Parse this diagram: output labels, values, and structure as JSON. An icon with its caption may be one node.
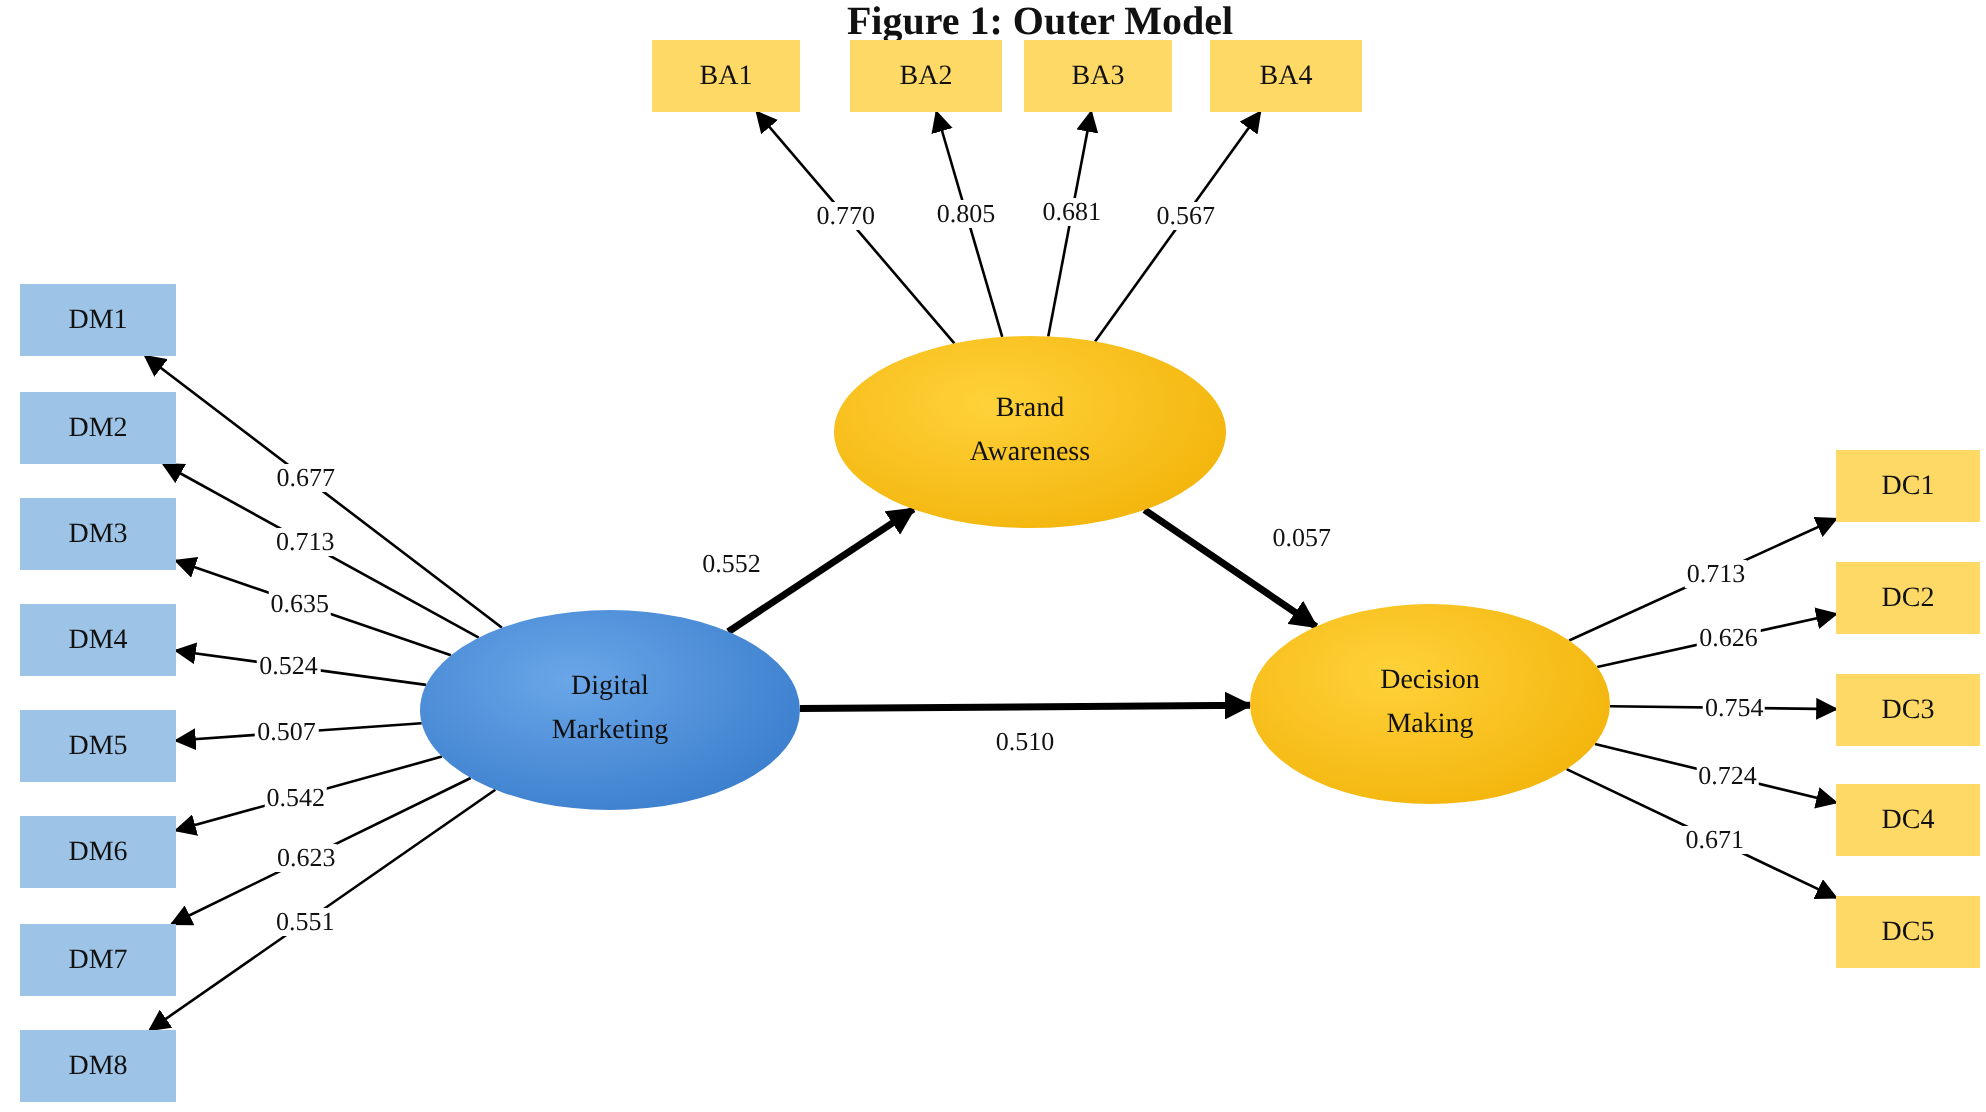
{
  "diagram": {
    "title": "Figure 1: Outer Model",
    "nodes": [
      {
        "text": [
          "BA1"
        ]
      },
      {
        "text": [
          "BA2"
        ]
      },
      {
        "text": [
          "BA3"
        ]
      },
      {
        "text": [
          "BA4"
        ]
      },
      {
        "text": [
          "DM1"
        ]
      },
      {
        "text": [
          "DM2"
        ]
      },
      {
        "text": [
          "DM3"
        ]
      },
      {
        "text": [
          "DM4"
        ]
      },
      {
        "text": [
          "DM5"
        ]
      },
      {
        "text": [
          "DM6"
        ]
      },
      {
        "text": [
          "DM7"
        ]
      },
      {
        "text": [
          "DM8"
        ]
      },
      {
        "text": [
          "Brand Awareness"
        ]
      },
      {
        "text": [
          "Digital Marketing"
        ]
      },
      {
        "text": [
          "Decision Making"
        ]
      },
      {
        "text": [
          "DC1"
        ]
      },
      {
        "text": [
          "DC2"
        ]
      },
      {
        "text": [
          "DC3"
        ]
      },
      {
        "text": [
          "DC4"
        ]
      },
      {
        "text": [
          "DC5"
        ]
      }
    ],
    "edges": [
      {
        "from": 12,
        "to": 0,
        "arrow": "to",
        "label": "0.770"
      },
      {
        "from": 12,
        "to": 1,
        "arrow": "to",
        "label": "0.805"
      },
      {
        "from": 12,
        "to": 2,
        "arrow": "to",
        "label": "0.681"
      },
      {
        "from": 12,
        "to": 3,
        "arrow": "to",
        "label": "0.567"
      },
      {
        "from": 13,
        "to": 4,
        "arrow": "to",
        "label": "0.677"
      },
      {
        "from": 13,
        "to": 5,
        "arrow": "to",
        "label": "0.713"
      },
      {
        "from": 13,
        "to": 6,
        "arrow": "to",
        "label": "0.635"
      },
      {
        "from": 13,
        "to": 7,
        "arrow": "to",
        "label": "0.524"
      },
      {
        "from": 13,
        "to": 8,
        "arrow": "to",
        "label": "0.507"
      },
      {
        "from": 13,
        "to": 9,
        "arrow": "to",
        "label": "0.542"
      },
      {
        "from": 13,
        "to": 10,
        "arrow": "to",
        "label": "0.623"
      },
      {
        "from": 13,
        "to": 11,
        "arrow": "to",
        "label": "0.551"
      },
      {
        "from": 13,
        "to": 12,
        "arrow": "to",
        "label": "0.552",
        "style": "thick"
      },
      {
        "from": 12,
        "to": 14,
        "arrow": "to",
        "label": "0.057",
        "style": "thick"
      },
      {
        "from": 13,
        "to": 14,
        "arrow": "to",
        "label": "0.510",
        "style": "thick"
      },
      {
        "from": 14,
        "to": 15,
        "arrow": "to",
        "label": "0.713"
      },
      {
        "from": 14,
        "to": 16,
        "arrow": "to",
        "label": "0.626"
      },
      {
        "from": 14,
        "to": 17,
        "arrow": "to",
        "label": "0.754"
      },
      {
        "from": 14,
        "to": 18,
        "arrow": "to",
        "label": "0.724"
      },
      {
        "from": 14,
        "to": 19,
        "arrow": "to",
        "label": "0.671"
      }
    ]
  }
}
